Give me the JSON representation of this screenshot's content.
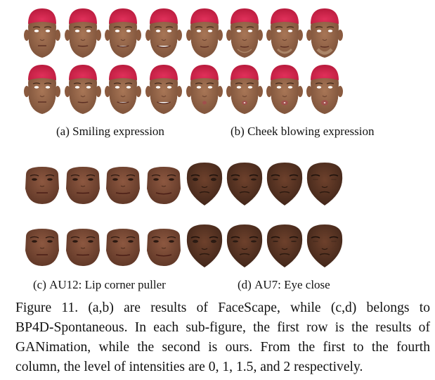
{
  "figure": {
    "number": "Figure 11.",
    "caption_lines": [
      "Figure 11. (a,b) are results of FaceScape, while (c,d) belongs to",
      "BP4D-Spontaneous. In each sub-figure, the first row is the results of",
      "GANimation, while the second is ours. From the first to the fourth",
      "column, the level of intensities are 0, 1, 1.5, and 2 respectively."
    ]
  },
  "subfigures": [
    {
      "id": "a",
      "label": "(a)",
      "title": "Smiling expression",
      "dataset": "FaceScape",
      "rows": [
        "GANimation",
        "Ours"
      ],
      "intensities": [
        "0",
        "1",
        "1.5",
        "2"
      ]
    },
    {
      "id": "b",
      "label": "(b)",
      "title": "Cheek blowing expression",
      "dataset": "FaceScape",
      "rows": [
        "GANimation",
        "Ours"
      ],
      "intensities": [
        "0",
        "1",
        "1.5",
        "2"
      ]
    },
    {
      "id": "c",
      "label": "(c)",
      "title": "AU12: Lip corner puller",
      "dataset": "BP4D-Spontaneous",
      "rows": [
        "GANimation",
        "Ours"
      ],
      "intensities": [
        "0",
        "1",
        "1.5",
        "2"
      ]
    },
    {
      "id": "d",
      "label": "(d)",
      "title": "AU7: Eye close",
      "dataset": "BP4D-Spontaneous",
      "rows": [
        "GANimation",
        "Ours"
      ],
      "intensities": [
        "0",
        "1",
        "1.5",
        "2"
      ]
    }
  ],
  "colors": {
    "cap_red": "#d8234a",
    "facescape_skin": "#9c6a4c",
    "bp4d_female_skin": "#7a4a35",
    "bp4d_male_skin": "#5a3424"
  }
}
